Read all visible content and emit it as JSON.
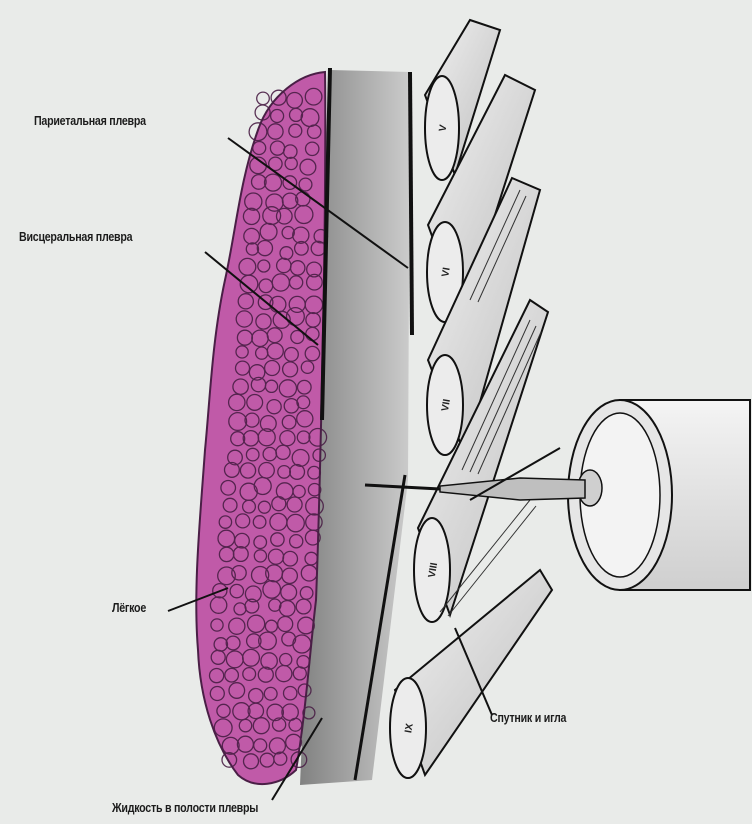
{
  "labels": {
    "parietal_pleura": "Париетальная плевра",
    "visceral_pleura": "Висцеральная плевра",
    "lung": "Лёгкое",
    "fluid": "Жидкость в полости плевры",
    "needle": "Спутник и игла"
  },
  "ribs": [
    "V",
    "VI",
    "VII",
    "VIII",
    "IX"
  ],
  "colors": {
    "background": "#e9ebe9",
    "lung_fill": "#c05aa8",
    "lung_outline": "#4a1f46",
    "fluid_fill": "#8f8f8f",
    "rib_fill": "#dcdcdc",
    "line": "#111111"
  }
}
